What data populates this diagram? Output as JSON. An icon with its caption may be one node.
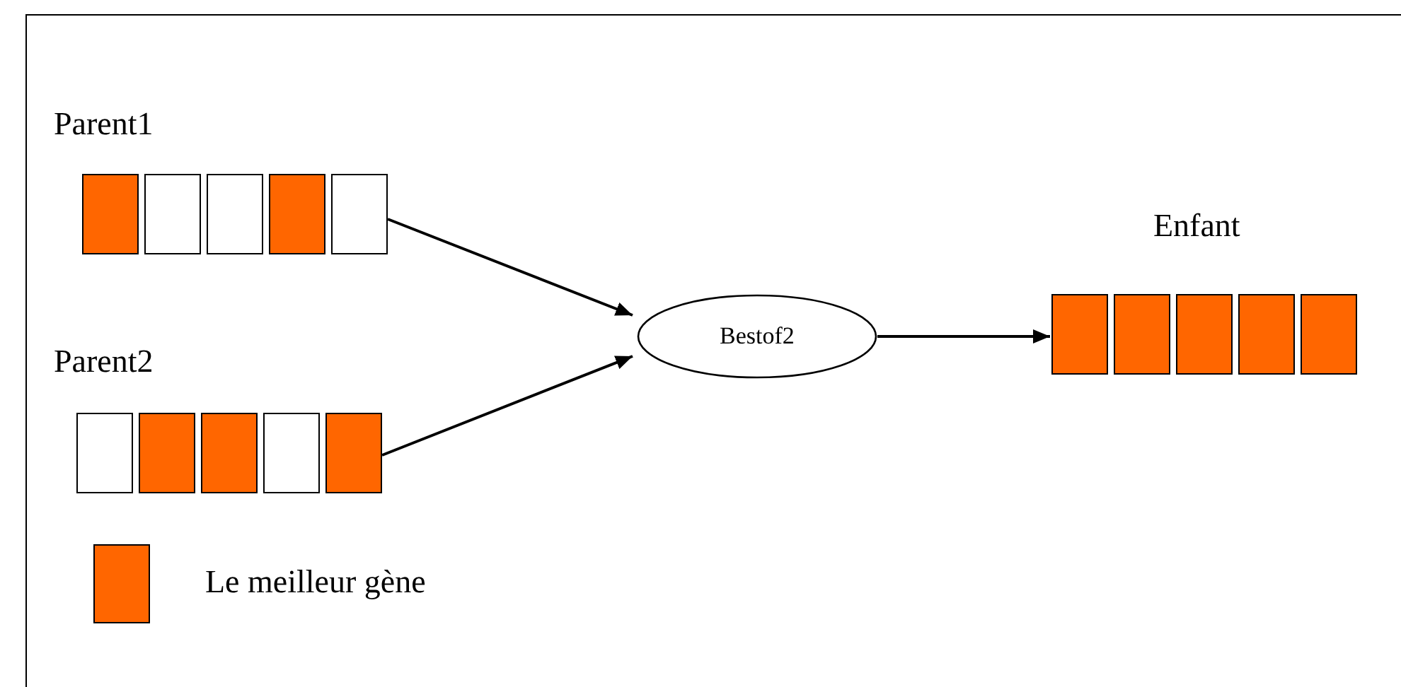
{
  "diagram": {
    "nodes": [
      {
        "text": [
          "Parent1"
        ]
      },
      {
        "text": [],
        "shape": "box",
        "in": 0
      },
      {
        "text": [],
        "shape": "box",
        "in": 0
      },
      {
        "text": [],
        "shape": "box",
        "in": 0
      },
      {
        "text": [],
        "shape": "box",
        "in": 0
      },
      {
        "text": [],
        "shape": "box",
        "in": 0
      },
      {
        "text": [
          "Parent2"
        ]
      },
      {
        "text": [],
        "shape": "box",
        "in": 6
      },
      {
        "text": [],
        "shape": "box",
        "in": 6
      },
      {
        "text": [],
        "shape": "box",
        "in": 6
      },
      {
        "text": [],
        "shape": "box",
        "in": 6
      },
      {
        "text": [],
        "shape": "box",
        "in": 6
      },
      {
        "text": [
          "Bestof2"
        ]
      },
      {
        "text": [
          "Enfant"
        ]
      },
      {
        "text": [],
        "shape": "box",
        "in": 13
      },
      {
        "text": [],
        "shape": "box",
        "in": 13
      },
      {
        "text": [],
        "shape": "box",
        "in": 13
      },
      {
        "text": [],
        "shape": "box",
        "in": 13
      },
      {
        "text": [],
        "shape": "box",
        "in": 13
      }
    ],
    "edges": [
      {
        "from": 0,
        "to": 12,
        "arrow": "to"
      },
      {
        "from": 6,
        "to": 12,
        "arrow": "to"
      },
      {
        "from": 12,
        "to": 13,
        "arrow": "to"
      }
    ],
    "legend": [
      {
        "text": "Le meilleur gène",
        "color": "#ff6600"
      }
    ]
  }
}
